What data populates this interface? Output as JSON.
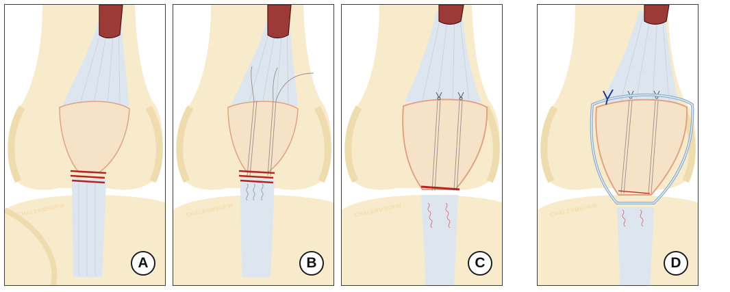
{
  "panels": [
    {
      "label": "A",
      "watermark": "CHALERMSUKW"
    },
    {
      "label": "B",
      "watermark": "CHALERMSUKW"
    },
    {
      "label": "C",
      "watermark": "CHALERMSUKW"
    },
    {
      "label": "D",
      "watermark": "CHALERMSUKW"
    }
  ],
  "colors": {
    "bone": "#f7ebcc",
    "bone_shade": "#efdcae",
    "tendon": "#dde6ef",
    "patella": "#f6e2c6",
    "patella_outline": "#e0a283",
    "muscle": "#9c3a37",
    "tear": "#b52424",
    "cerclage": "#8fb0cc"
  }
}
